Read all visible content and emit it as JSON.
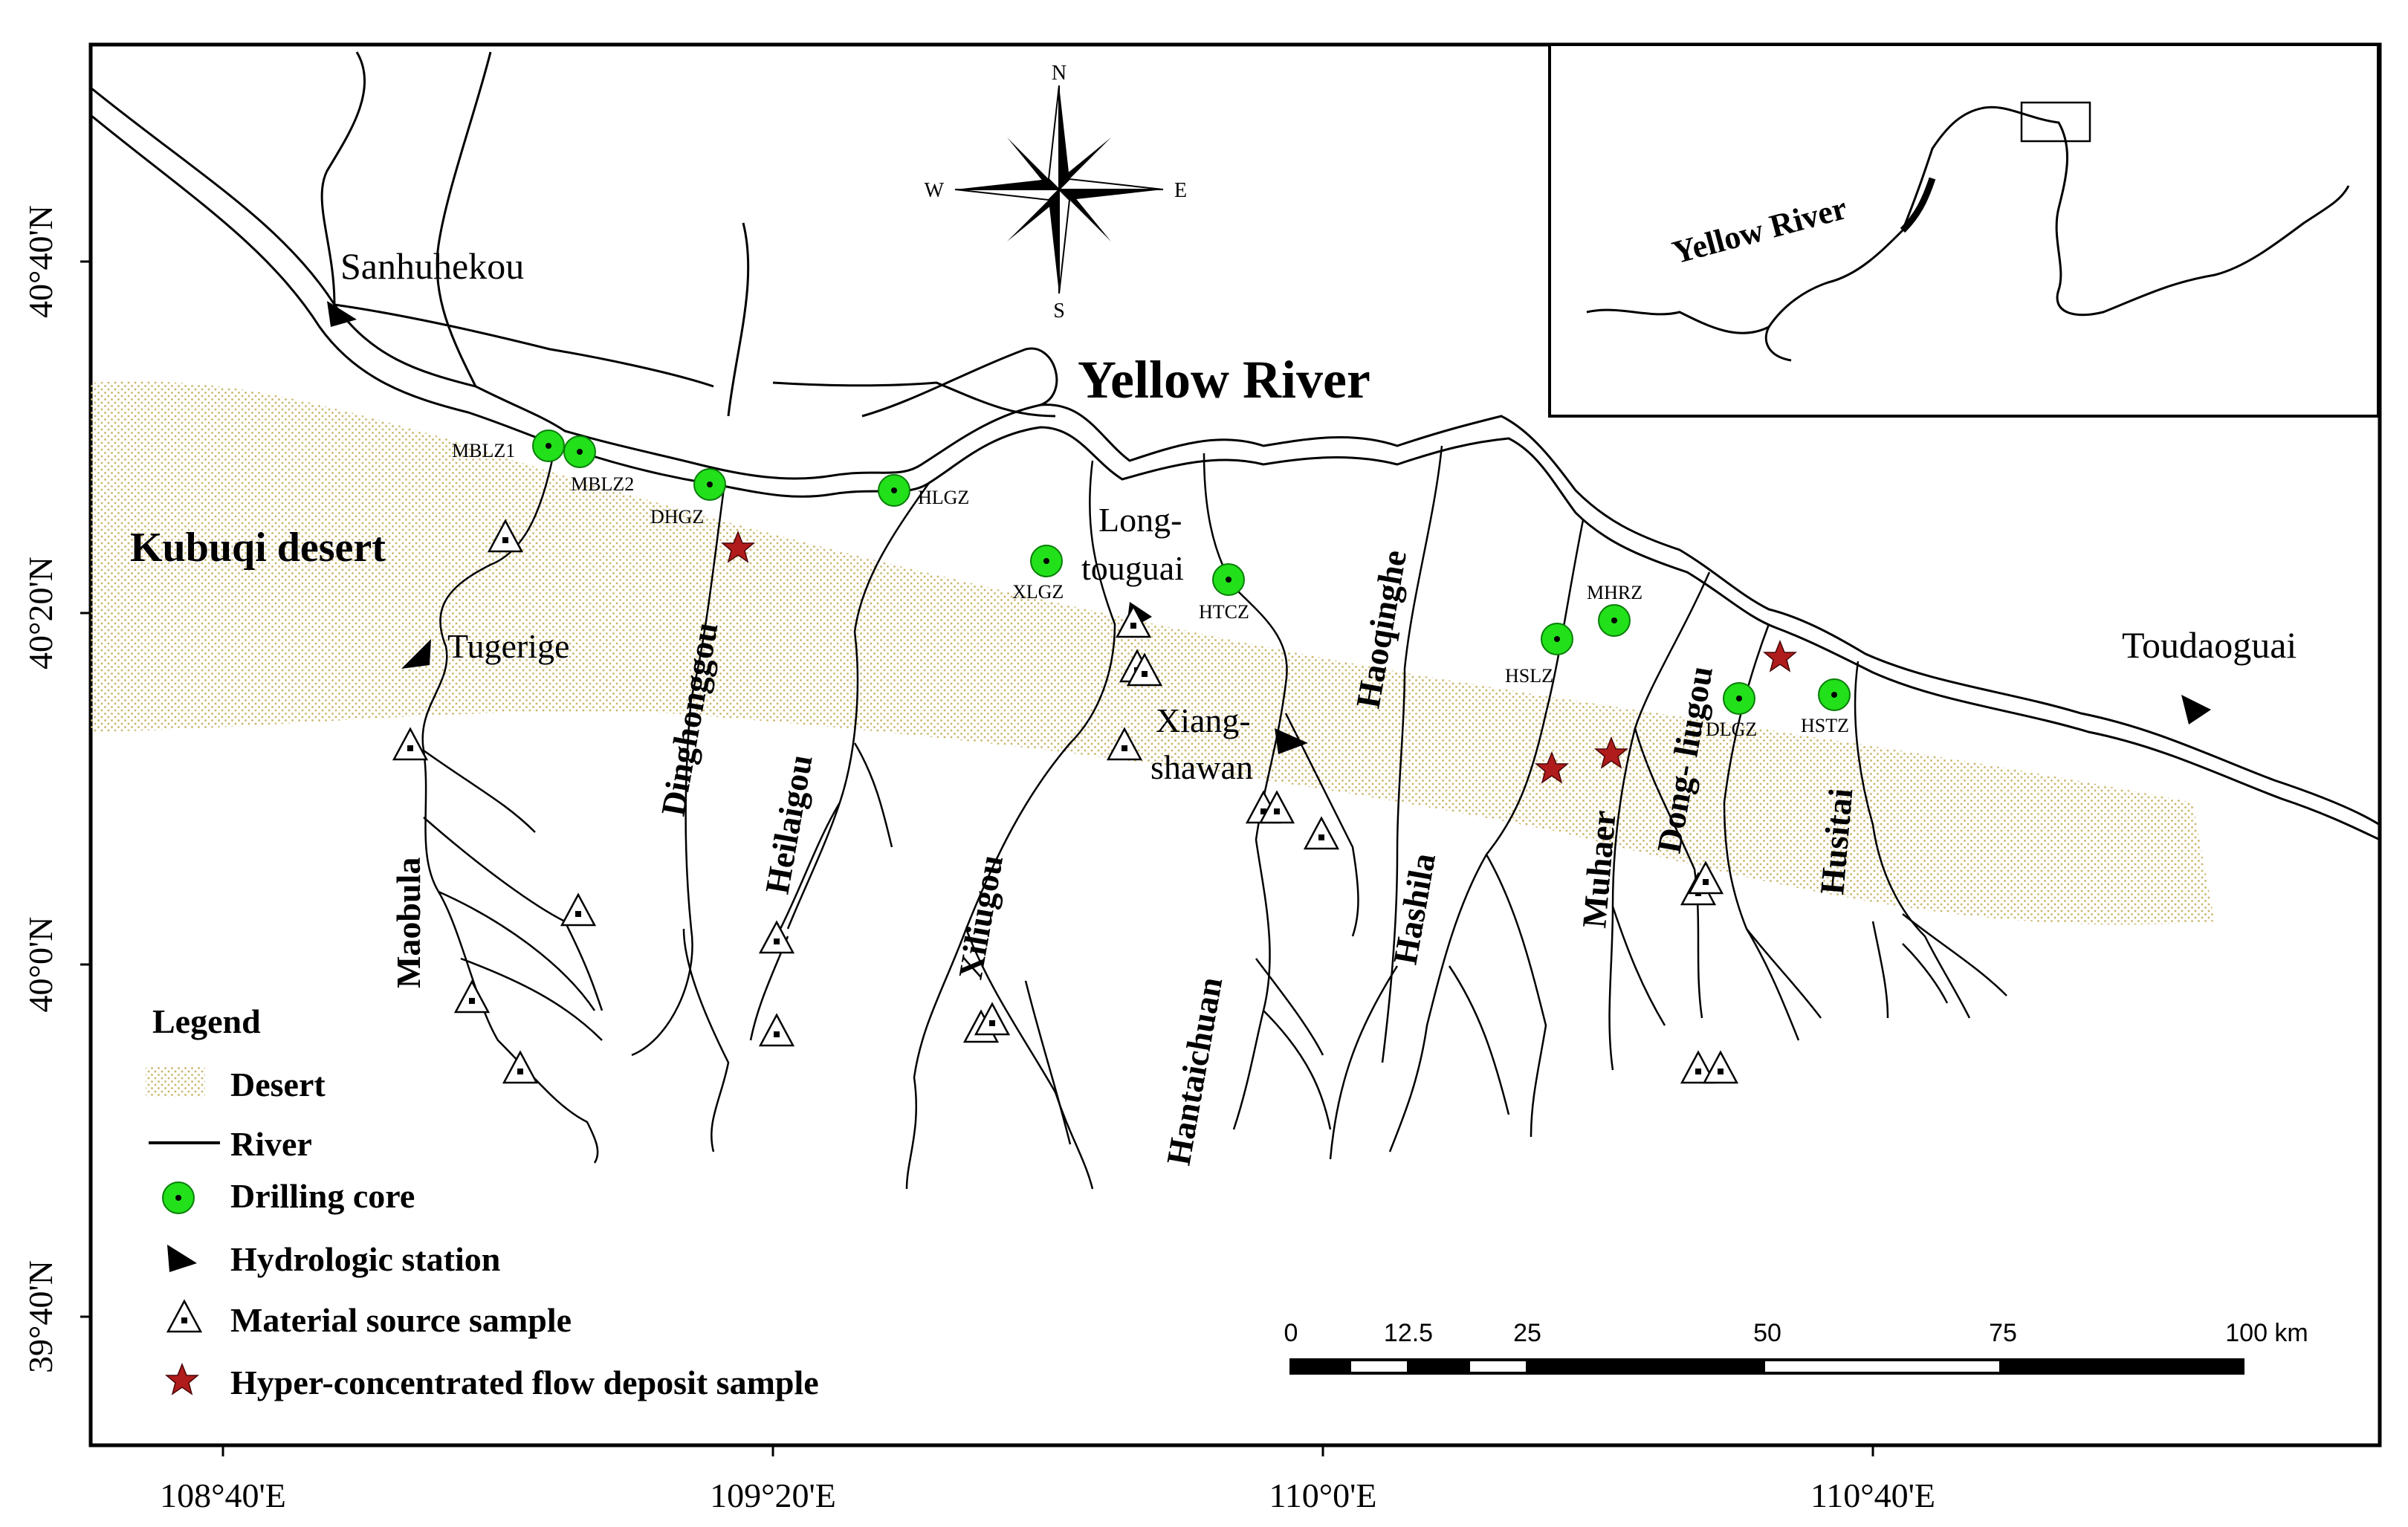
{
  "map": {
    "title_river": "Yellow  River",
    "region_label": "Kubuqi desert",
    "colors": {
      "desert": "#c9b56a",
      "river": "#000000",
      "drilling_core": "#22e01a",
      "hyper_star": "#b01c1c",
      "frame": "#000000"
    },
    "axes": {
      "lon_ticks": [
        "108°40'E",
        "109°20'E",
        "110°0'E",
        "110°40'E"
      ],
      "lat_ticks": [
        "40°40'N",
        "40°20'N",
        "40°0'N",
        "39°40'N"
      ]
    },
    "compass": {
      "n": "N",
      "s": "S",
      "e": "E",
      "w": "W"
    },
    "places": {
      "sanhuhekou": "Sanhuhekou",
      "toudaoguai": "Toudaoguai",
      "tugerige": "Tugerige",
      "longtouguai_1": "Long-",
      "longtouguai_2": "touguai",
      "xiangshawan_1": "Xiang-",
      "xiangshawan_2": "shawan"
    },
    "tributaries": {
      "maobula": "Maobula",
      "dinghonggou": "Dinghonggou",
      "heilaigou": "Heilaigou",
      "xiliugou": "Xiliugou",
      "hantaichuan": "Hantaichuan",
      "haoqinghe": "Haoqinghe",
      "hashila": "Hashila",
      "muhaer": "Muhaer",
      "dongliugou": "Dong- liugou",
      "husitai": "Husitai"
    },
    "cores": {
      "mblz1": "MBLZ1",
      "mblz2": "MBLZ2",
      "dhgz": "DHGZ",
      "hlgz": "HLGZ",
      "xlgz": "XLGZ",
      "htcz": "HTCZ",
      "hslz": "HSLZ",
      "mhrz": "MHRZ",
      "dlgz": "DLGZ",
      "hstz": "HSTZ"
    },
    "inset": {
      "label": "Yellow  River"
    },
    "scale_bar": {
      "labels": [
        "0",
        "12.5",
        "25",
        "50",
        "75",
        "100 km"
      ]
    },
    "legend": {
      "title": "Legend",
      "desert": "Desert",
      "river": "River",
      "drilling_core": "Drilling core",
      "hydrologic_station": "Hydrologic station",
      "material_source": "Material source sample",
      "hyper_concentrated": "Hyper-concentrated flow deposit sample"
    }
  }
}
